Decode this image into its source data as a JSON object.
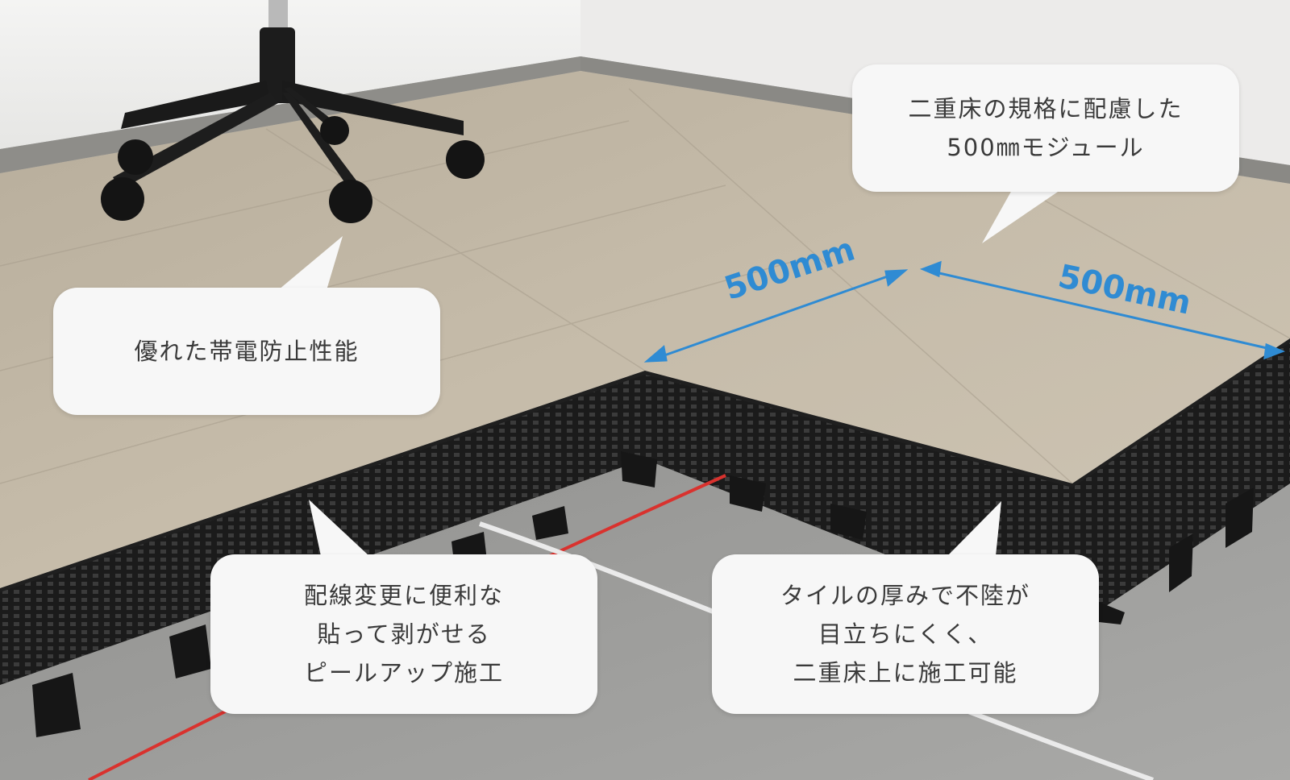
{
  "callouts": {
    "antistatic": "優れた帯電防止性能",
    "module": [
      "二重床の規格に配慮した",
      "500㎜モジュール"
    ],
    "peelup": [
      "配線変更に便利な",
      "貼って剥がせる",
      "ピールアップ施工"
    ],
    "thickness": [
      "タイルの厚みで不陸が",
      "目立ちにくく、",
      "二重床上に施工可能"
    ]
  },
  "dimensions": {
    "width_label": "500mm",
    "depth_label": "500mm"
  },
  "colors": {
    "dimension_line": "#2f8bd3",
    "bubble_bg": "#f7f7f7",
    "tile": "#c2b8a6",
    "floor": "#9c9c9a",
    "cable_red": "#d9322e"
  }
}
